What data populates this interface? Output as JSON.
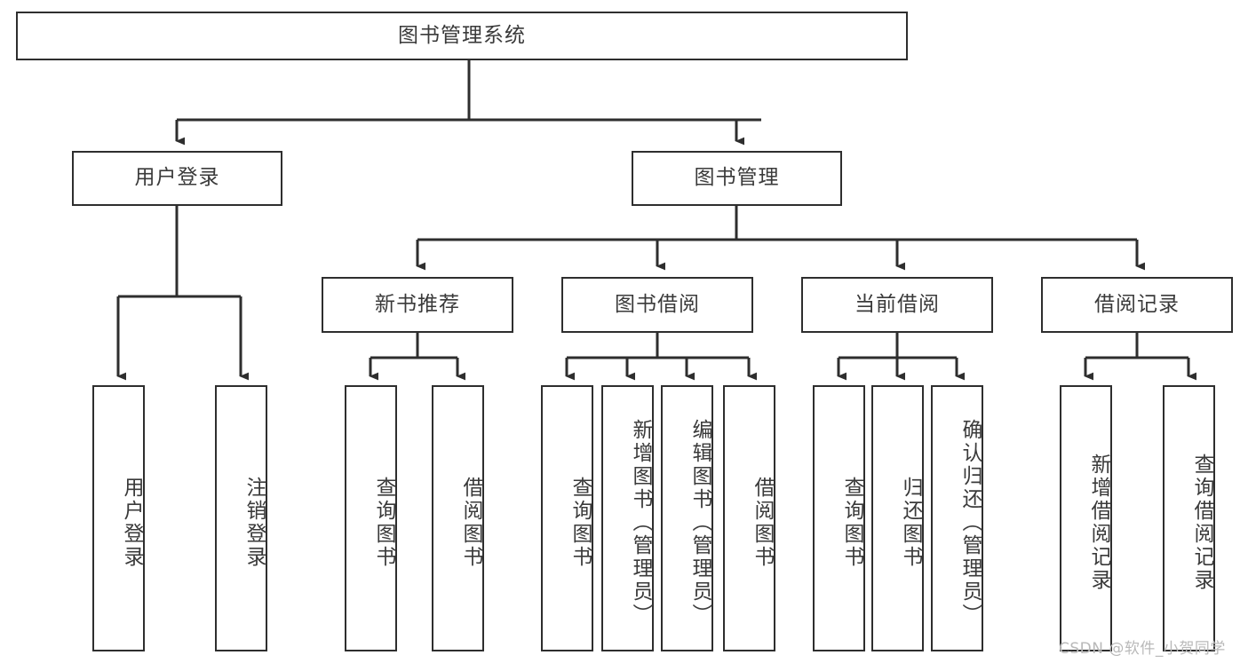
{
  "diagram": {
    "type": "hierarchy-tree",
    "title": "图书管理系统",
    "watermark": "CSDN @软件_小贺同学",
    "colors": {
      "box_border": "#2e2e2e",
      "box_fill": "#ffffff",
      "connector": "#2e2e2e",
      "text": "#3a3a3a",
      "watermark": "#b9b9b9"
    },
    "nodes": {
      "root": {
        "label": "图书管理系统",
        "level": 1,
        "orientation": "horizontal"
      },
      "l2": [
        {
          "label": "用户登录",
          "level": 2,
          "orientation": "horizontal"
        },
        {
          "label": "图书管理",
          "level": 2,
          "orientation": "horizontal"
        }
      ],
      "l3": [
        {
          "label": "新书推荐",
          "level": 3,
          "orientation": "horizontal"
        },
        {
          "label": "图书借阅",
          "level": 3,
          "orientation": "horizontal"
        },
        {
          "label": "当前借阅",
          "level": 3,
          "orientation": "horizontal"
        },
        {
          "label": "借阅记录",
          "level": 3,
          "orientation": "horizontal"
        }
      ],
      "leaves": [
        {
          "label": "用户登录",
          "parent": "用户登录",
          "orientation": "vertical"
        },
        {
          "label": "注销登录",
          "parent": "用户登录",
          "orientation": "vertical"
        },
        {
          "label": "查询图书",
          "parent": "新书推荐",
          "orientation": "vertical"
        },
        {
          "label": "借阅图书",
          "parent": "新书推荐",
          "orientation": "vertical"
        },
        {
          "label": "查询图书",
          "parent": "图书借阅",
          "orientation": "vertical"
        },
        {
          "label": "新增图书（管理员）",
          "parent": "图书借阅",
          "orientation": "vertical"
        },
        {
          "label": "编辑图书（管理员）",
          "parent": "图书借阅",
          "orientation": "vertical"
        },
        {
          "label": "借阅图书",
          "parent": "图书借阅",
          "orientation": "vertical"
        },
        {
          "label": "查询图书",
          "parent": "当前借阅",
          "orientation": "vertical"
        },
        {
          "label": "归还图书",
          "parent": "当前借阅",
          "orientation": "vertical"
        },
        {
          "label": "确认归还（管理员）",
          "parent": "当前借阅",
          "orientation": "vertical"
        },
        {
          "label": "新增借阅记录",
          "parent": "借阅记录",
          "orientation": "vertical"
        },
        {
          "label": "查询借阅记录",
          "parent": "借阅记录",
          "orientation": "vertical"
        }
      ]
    },
    "edges": [
      {
        "from": "图书管理系统",
        "to": "用户登录"
      },
      {
        "from": "图书管理系统",
        "to": "图书管理"
      },
      {
        "from": "图书管理",
        "to": "新书推荐"
      },
      {
        "from": "图书管理",
        "to": "图书借阅"
      },
      {
        "from": "图书管理",
        "to": "当前借阅"
      },
      {
        "from": "图书管理",
        "to": "借阅记录"
      },
      {
        "from": "用户登录",
        "to": "用户登录(叶)"
      },
      {
        "from": "用户登录",
        "to": "注销登录"
      },
      {
        "from": "新书推荐",
        "to": "查询图书"
      },
      {
        "from": "新书推荐",
        "to": "借阅图书"
      },
      {
        "from": "图书借阅",
        "to": "查询图书"
      },
      {
        "from": "图书借阅",
        "to": "新增图书（管理员）"
      },
      {
        "from": "图书借阅",
        "to": "编辑图书（管理员）"
      },
      {
        "from": "图书借阅",
        "to": "借阅图书"
      },
      {
        "from": "当前借阅",
        "to": "查询图书"
      },
      {
        "from": "当前借阅",
        "to": "归还图书"
      },
      {
        "from": "当前借阅",
        "to": "确认归还（管理员）"
      },
      {
        "from": "借阅记录",
        "to": "新增借阅记录"
      },
      {
        "from": "借阅记录",
        "to": "查询借阅记录"
      }
    ]
  }
}
